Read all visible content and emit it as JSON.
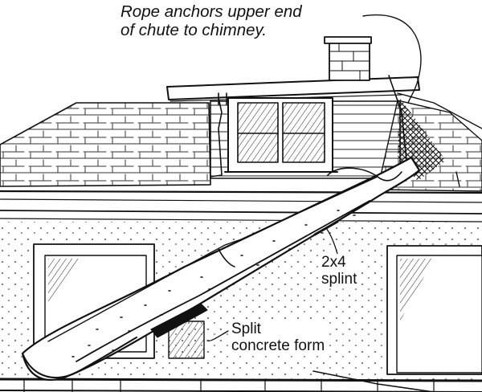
{
  "labels": {
    "rope": [
      "Rope anchors upper end",
      "of chute to chimney."
    ],
    "splint": [
      "2x4",
      "splint"
    ],
    "form": [
      "Split",
      "concrete form"
    ]
  },
  "colors": {
    "ink": "#111111",
    "background": "#ffffff"
  }
}
